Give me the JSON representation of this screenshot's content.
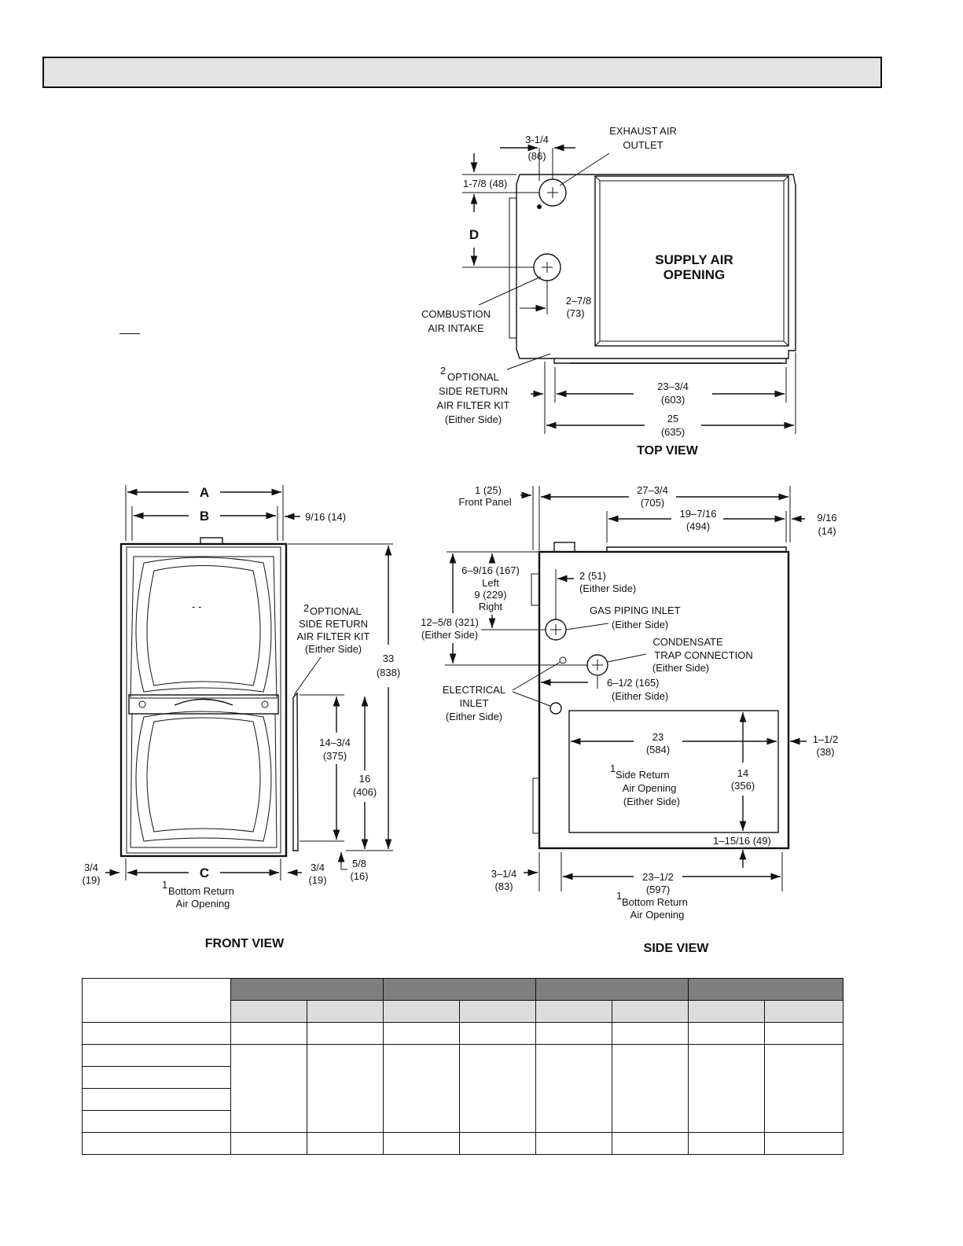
{
  "header": {
    "title": ""
  },
  "top_view": {
    "title": "TOP VIEW",
    "exhaust_label": [
      "EXHAUST AIR",
      "OUTLET"
    ],
    "supply_label": [
      "SUPPLY AIR",
      "OPENING"
    ],
    "combustion_label": [
      "COMBUSTION",
      "AIR INTAKE"
    ],
    "filter_kit_label": [
      "OPTIONAL",
      "SIDE RETURN",
      "AIR FILTER KIT",
      "(Either Side)"
    ],
    "filter_kit_note": "2",
    "dim_exhaust_offset": [
      "3-1/4",
      "(86)"
    ],
    "dim_exhaust_depth": "1-7/8 (48)",
    "dim_d": "D",
    "dim_intake_offset": [
      "2–7/8",
      "(73)"
    ],
    "dim_inner_width": [
      "23–3/4",
      "(603)"
    ],
    "dim_outer_width": [
      "25",
      "(635)"
    ]
  },
  "front_view": {
    "title": "FRONT VIEW",
    "dim_a": "A",
    "dim_b": "B",
    "dim_c": "C",
    "dim_side_gap": "9/16 (14)",
    "dim_height": [
      "33",
      "(838)"
    ],
    "dim_16": [
      "16",
      "(406)"
    ],
    "dim_14_3_4": [
      "14–3/4",
      "(375)"
    ],
    "dim_5_8": [
      "5/8",
      "(16)"
    ],
    "dim_left_3_4": [
      "3/4",
      "(19)"
    ],
    "dim_right_3_4": [
      "3/4",
      "(19)"
    ],
    "filter_kit_label": [
      "OPTIONAL",
      "SIDE RETURN",
      "AIR FILTER KIT",
      "(Either Side)"
    ],
    "filter_kit_note": "2",
    "bottom_return_label": [
      "Bottom Return",
      "Air Opening"
    ],
    "bottom_return_note": "1"
  },
  "side_view": {
    "title": "SIDE VIEW",
    "front_panel": [
      "1 (25)",
      "Front Panel"
    ],
    "dim_depth": [
      "27–3/4",
      "(705)"
    ],
    "dim_19": [
      "19–7/16",
      "(494)"
    ],
    "dim_9_16": [
      "9/16",
      "(14)"
    ],
    "dim_6_9_16": [
      "6–9/16 (167)",
      "Left",
      "9 (229)",
      "Right"
    ],
    "dim_12_5_8": [
      "12–5/8 (321)",
      "(Either Side)"
    ],
    "dim_2": [
      "2 (51)",
      "(Either Side)"
    ],
    "gas_piping": [
      "GAS PIPING INLET",
      "(Either Side)"
    ],
    "condensate": [
      "CONDENSATE",
      "TRAP CONNECTION",
      "(Either Side)"
    ],
    "dim_6_1_2": [
      "6–1/2 (165)",
      "(Either Side)"
    ],
    "electrical": [
      "ELECTRICAL",
      "INLET",
      "(Either Side)"
    ],
    "dim_23": [
      "23",
      "(584)"
    ],
    "dim_14": [
      "14",
      "(356)"
    ],
    "dim_1_1_2": [
      "1–1/2",
      "(38)"
    ],
    "side_return": [
      "Side Return",
      "Air Opening",
      "(Either Side)"
    ],
    "side_return_note": "1",
    "dim_1_15_16": "1–15/16 (49)",
    "dim_3_1_4": [
      "3–1/4",
      "(83)"
    ],
    "dim_23_1_2": [
      "23–1/2",
      "(597)"
    ],
    "bottom_return_label": [
      "Bottom Return",
      "Air Opening"
    ],
    "bottom_return_note": "1"
  },
  "table": {
    "row_label_header": "",
    "group_headers": [
      "",
      "",
      "",
      ""
    ],
    "sub_headers": [
      "",
      "",
      "",
      "",
      "",
      "",
      "",
      ""
    ],
    "rows": [
      [
        "",
        "",
        "",
        "",
        "",
        "",
        "",
        "",
        ""
      ],
      [
        "",
        "",
        "",
        "",
        "",
        "",
        "",
        "",
        ""
      ],
      [
        "",
        "",
        "",
        "",
        "",
        "",
        "",
        "",
        ""
      ],
      [
        "",
        "",
        "",
        "",
        "",
        "",
        "",
        "",
        ""
      ],
      [
        "",
        "",
        "",
        "",
        "",
        "",
        "",
        "",
        ""
      ],
      [
        "",
        "",
        "",
        "",
        "",
        "",
        "",
        "",
        ""
      ]
    ]
  }
}
